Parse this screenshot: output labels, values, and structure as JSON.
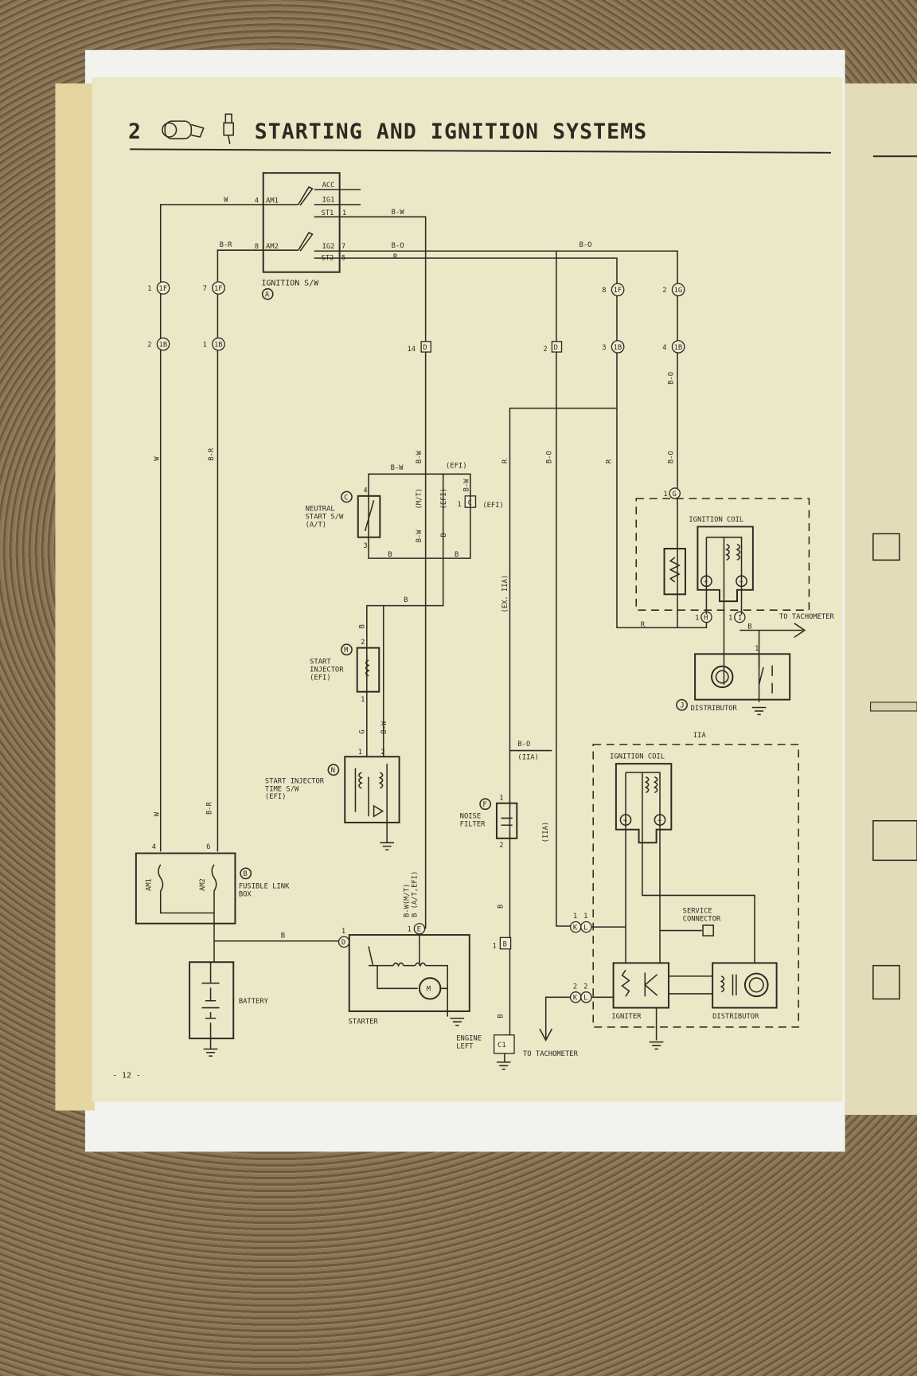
{
  "page": {
    "section_number": "2",
    "title": "STARTING AND IGNITION SYSTEMS",
    "page_number": "- 12 -"
  },
  "ignition_switch": {
    "label": "IGNITION S/W",
    "code": "A",
    "terminals": {
      "acc": "ACC",
      "ig1": "IG1",
      "st1": "ST1",
      "am1": "AM1",
      "am2": "AM2",
      "ig2": "IG2",
      "st2": "ST2"
    },
    "pins": {
      "am1": "4",
      "am2": "8",
      "st1": "1",
      "ig2": "7",
      "st2": "5"
    }
  },
  "wires": {
    "w": "W",
    "br": "B-R",
    "bw": "B-W",
    "bo": "B-O",
    "r": "R",
    "b": "B",
    "g": "G"
  },
  "connectors": {
    "c1f_1": {
      "pin": "1",
      "code": "1F"
    },
    "c1f_7": {
      "pin": "7",
      "code": "1F"
    },
    "c1f_8": {
      "pin": "8",
      "code": "1F"
    },
    "c1g_2": {
      "pin": "2",
      "code": "1G"
    },
    "c1b_2": {
      "pin": "2",
      "code": "1B"
    },
    "c1b_1": {
      "pin": "1",
      "code": "1B"
    },
    "c1b_3": {
      "pin": "3",
      "code": "1B"
    },
    "c1b_4": {
      "pin": "4",
      "code": "1B"
    },
    "cd_14": {
      "pin": "14",
      "code": "D"
    },
    "cd_2": {
      "pin": "2",
      "code": "D"
    },
    "cc_1": {
      "pin": "1",
      "code": "C"
    },
    "cg_1": {
      "pin": "1",
      "code": "G"
    },
    "ch_1": {
      "pin": "1",
      "code": "H"
    },
    "ci_1": {
      "pin": "1",
      "code": "I"
    },
    "cb_1": {
      "pin": "1",
      "code": "B"
    },
    "cc1": {
      "code": "C1"
    },
    "ce_1": {
      "pin": "1",
      "code": "E"
    },
    "cd_1": {
      "pin": "1",
      "code": "D"
    },
    "k1": {
      "pin": "1",
      "code": "K"
    },
    "l1": {
      "pin": "1",
      "code": "L"
    },
    "k2": {
      "pin": "2",
      "code": "K"
    },
    "l2": {
      "pin": "2",
      "code": "L"
    }
  },
  "notes": {
    "mt": "(M/T)",
    "efi": "(EFI)",
    "ex_iia": "(EX. IIA)",
    "iia": "(IIA)",
    "iia_box": "IIA",
    "starter_wire": "B-W(M/T)",
    "starter_wire2": "B (A/T,EFI)"
  },
  "components": {
    "neutral_start": {
      "code": "C",
      "lines": [
        "NEUTRAL",
        "START S/W",
        "(A/T)"
      ],
      "pin_top": "4",
      "pin_bottom": "3"
    },
    "start_injector": {
      "code": "M",
      "lines": [
        "START",
        "INJECTOR",
        "(EFI)"
      ],
      "pin_top": "2",
      "pin_bottom": "1"
    },
    "time_switch": {
      "code": "N",
      "lines": [
        "START INJECTOR",
        "TIME S/W",
        "(EFI)"
      ],
      "pin1": "1",
      "pin2": "2"
    },
    "fusible_link": {
      "code": "B",
      "lines": [
        "FUSIBLE LINK",
        "BOX"
      ],
      "fuse1": "AM1",
      "fuse2": "AM2",
      "pin1": "4",
      "pin2": "6"
    },
    "battery": {
      "label": "BATTERY"
    },
    "starter": {
      "label": "STARTER",
      "motor": "M"
    },
    "noise_filter": {
      "code": "F",
      "lines": [
        "NOISE",
        "FILTER"
      ],
      "pin1": "1",
      "pin2": "2"
    },
    "engine_left": {
      "lines": [
        "ENGINE",
        "LEFT"
      ]
    },
    "ignition_coil": {
      "label": "IGNITION COIL"
    },
    "distributor": {
      "code": "J",
      "label": "DISTRIBUTOR",
      "pin": "1"
    },
    "tachometer": {
      "label": "TO TACHOMETER"
    },
    "service_connector": {
      "lines": [
        "SERVICE",
        "CONNECTOR"
      ]
    },
    "igniter": {
      "label": "IGNITER"
    },
    "iia_coil": {
      "label": "IGNITION COIL"
    },
    "iia_distributor": {
      "label": "DISTRIBUTOR"
    }
  }
}
